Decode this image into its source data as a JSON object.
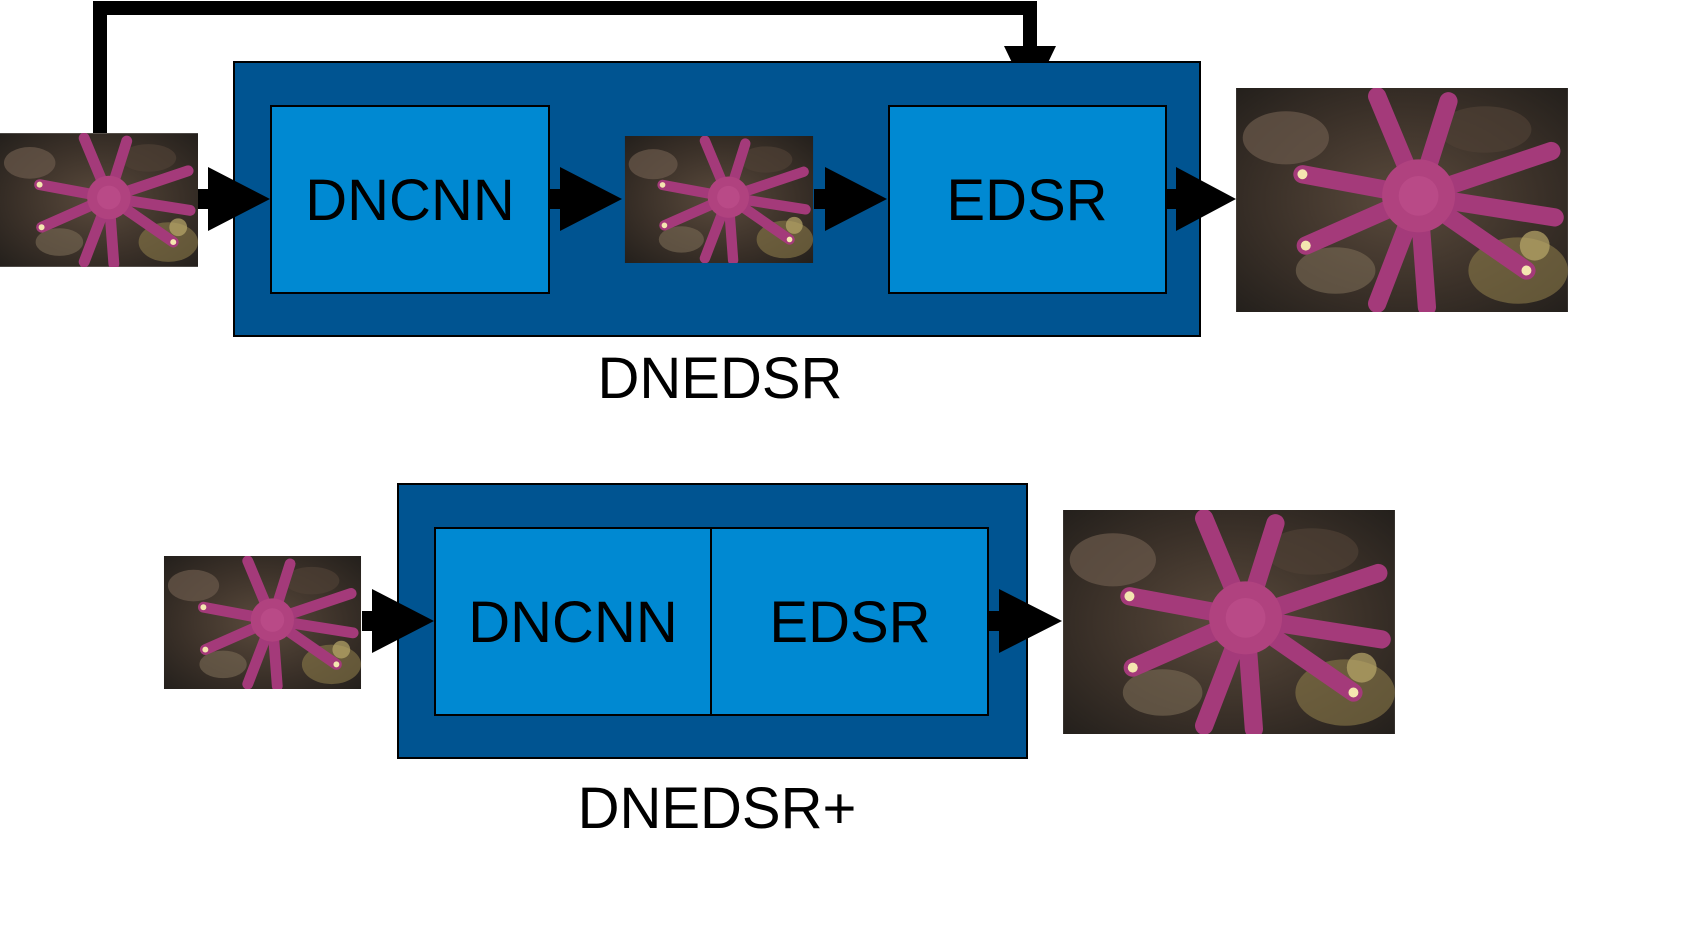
{
  "colors": {
    "outer_block": "#005491",
    "inner_block": "#0089d2",
    "arrow": "#000000",
    "label": "#000000"
  },
  "top_pipeline": {
    "name": "DNEDSR",
    "stage1": "DNCNN",
    "stage2": "EDSR"
  },
  "bottom_pipeline": {
    "name": "DNEDSR+",
    "stage1": "DNCNN",
    "stage2": "EDSR"
  },
  "images": {
    "content": "starfish-photo-icon"
  }
}
